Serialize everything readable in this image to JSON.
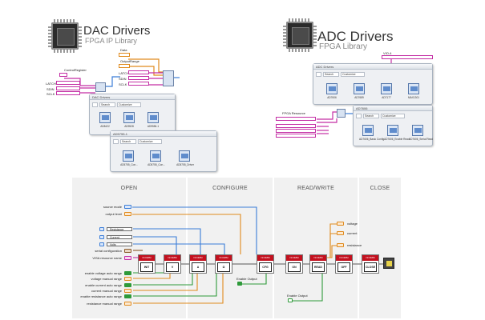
{
  "dac": {
    "title": "DAC Drivers",
    "subtitle": "FPGA IP Library",
    "palette_title": "DAC Drivers",
    "search": "Search",
    "customize": "Customize",
    "items": [
      "AD8422",
      "AD9528",
      "AD9556-1"
    ],
    "sub_palette_title": "AD5755-1",
    "sub_items": [
      "AD5755_Con...",
      "AD5755_Con...",
      "AD5755_Driver"
    ],
    "labels": {
      "control_register": "ControlRegister",
      "data": "Data",
      "output_range": "OutputRange",
      "latch": "LATCH",
      "sdin": "SDIN",
      "sclk": "SCLK",
      "latch2": "LATCH",
      "sdin2": "SDIN",
      "sclk2": "SCLK"
    }
  },
  "adc": {
    "title": "ADC Drivers",
    "subtitle": "FPGA Library",
    "palette1_title": "ADC Drivers",
    "palette2_title": "AD7606",
    "search": "Search",
    "customize": "Customize",
    "items1": [
      "AD7606",
      "AD7689",
      "AD7177",
      "MAX1301"
    ],
    "items2": [
      "AD7606_Basic Config",
      "AD7606_Enable Read",
      "AD7606_Serial Read"
    ],
    "labels": {
      "vio": "VIO-4",
      "fpga_resource": "FPGA Resource"
    }
  },
  "sections": [
    {
      "title": "OPEN"
    },
    {
      "title": "CONFIGURE"
    },
    {
      "title": "READ/WRITE"
    },
    {
      "title": "CLOSE"
    }
  ],
  "inputs_top": [
    {
      "label": "source mode"
    },
    {
      "label": "output level"
    }
  ],
  "inputs_mid": [
    {
      "label": "Resistance"
    },
    {
      "label": "Current"
    },
    {
      "label": "Volts"
    }
  ],
  "inputs_open": [
    {
      "label": "serial configuration"
    },
    {
      "label": "VISA resource name"
    }
  ],
  "inputs_bottom": [
    {
      "label": "enable voltage auto range"
    },
    {
      "label": "voltage manual range"
    },
    {
      "label": "enable current auto range"
    },
    {
      "label": "current manual range"
    },
    {
      "label": "enable resistance auto range"
    },
    {
      "label": "resistance manual range"
    }
  ],
  "outputs": [
    {
      "label": "voltage"
    },
    {
      "label": "current"
    },
    {
      "label": "resistance"
    }
  ],
  "enable_output_1": "Enable Output",
  "enable_output_2": "Enable Output",
  "blocks": [
    {
      "top": "NI DMM",
      "glyph": "INIT"
    },
    {
      "top": "NI DMM",
      "glyph": "V"
    },
    {
      "top": "NI DMM",
      "glyph": "A"
    },
    {
      "top": "NI DMM",
      "glyph": "Ω"
    },
    {
      "top": "NI DMM",
      "glyph": "CFG"
    },
    {
      "top": "NI DMM",
      "glyph": "ON"
    },
    {
      "top": "NI DMM",
      "glyph": "READ"
    },
    {
      "top": "NI DMM",
      "glyph": "OFF"
    },
    {
      "top": "NI DMM",
      "glyph": "CLOSE"
    }
  ],
  "colors": {
    "pink": "#c42fa5",
    "orange": "#e08a1d",
    "blue": "#3b7dd8",
    "green": "#2e9a3a",
    "brown": "#8a5a2b",
    "section_bg": "#f1f1f1"
  }
}
